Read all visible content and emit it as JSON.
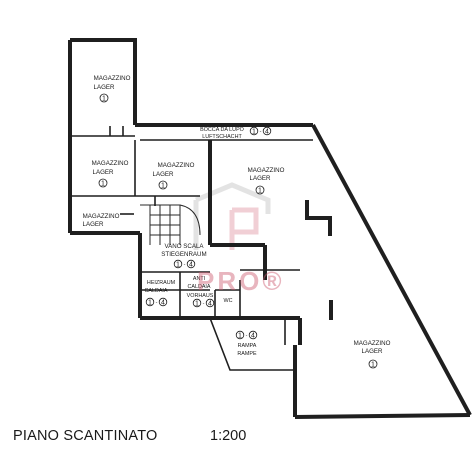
{
  "floor_title": "PIANO SCANTINATO",
  "scale": "1:200",
  "watermark": "PRO®",
  "rooms": [
    {
      "id": "magazzino-1",
      "lines": [
        "MAGAZZINO",
        "LAGER"
      ],
      "num": "1"
    },
    {
      "id": "magazzino-2",
      "lines": [
        "MAGAZZINO",
        "LAGER"
      ],
      "num": "1"
    },
    {
      "id": "magazzino-3",
      "lines": [
        "MAGAZZINO",
        "LAGER"
      ],
      "num": "1"
    },
    {
      "id": "magazzino-4",
      "lines": [
        "MAGAZZINO",
        "LAGER"
      ],
      "num": "1"
    },
    {
      "id": "magazzino-5",
      "lines": [
        "MAGAZZINO",
        "LAGER"
      ],
      "num": "1"
    },
    {
      "id": "magazzino-6",
      "lines": [
        "MAGAZZINO",
        "LAGER"
      ]
    },
    {
      "id": "vano-scala",
      "lines": [
        "VANO SCALA",
        "STIEGENRAUM"
      ],
      "num": "1",
      "num2": "4"
    },
    {
      "id": "heizraum",
      "lines": [
        "HEIZRAUM",
        "CALDAIA"
      ],
      "num": "1",
      "num2": "4"
    },
    {
      "id": "anti-caldaia",
      "lines": [
        "ANTI",
        "CALDAIA"
      ]
    },
    {
      "id": "vorhaus",
      "lines": [
        "VORHAUS"
      ],
      "num": "1",
      "num2": "4"
    },
    {
      "id": "wc",
      "lines": [
        "WC"
      ]
    },
    {
      "id": "rampa",
      "lines": [
        "RAMPA",
        "RAMPE"
      ],
      "num": "1",
      "num2": "4"
    },
    {
      "id": "bocca-lupo",
      "lines": [
        "BOCCA DA LUPO",
        "LUFTSCHACHT"
      ],
      "num": "1",
      "num2": "4"
    }
  ]
}
